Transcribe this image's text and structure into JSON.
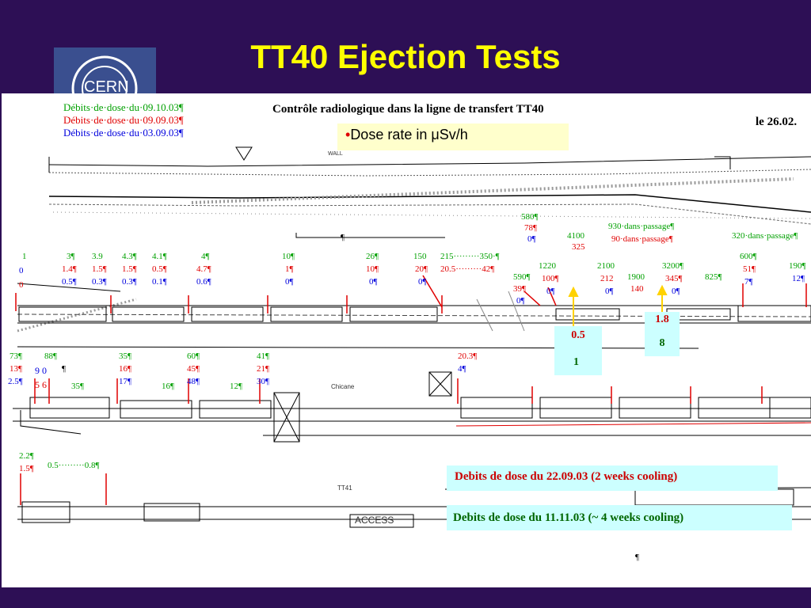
{
  "slide": {
    "title": "TT40 Ejection Tests"
  },
  "logo": {
    "text": "CERN"
  },
  "doc": {
    "legend": [
      "Débits·de·dose·du·09.10.03¶",
      "Débits·de·dose·du·09.09.03¶",
      "Débits·de·dose·du·03.09.03¶"
    ],
    "title": "Contrôle radiologique dans la ligne de transfert TT40",
    "date": "le 26.02.",
    "wall_label": "WALL",
    "chicane_label": "Chicane",
    "tt41_label": "TT41",
    "access_label": "ACCESS",
    "para": "¶"
  },
  "dose_note": {
    "bullet": "•",
    "text": "Dose rate in μSv/h"
  },
  "row1": {
    "r580": "580¶",
    "r78": "78¶",
    "r0": "0¶",
    "r4100": "4100",
    "r325": "325",
    "p930": "930·dans·passage¶",
    "p90": "90·dans·passage¶",
    "p320": "320·dans·passage¶",
    "c1": [
      "1",
      "0",
      "0"
    ],
    "c2": [
      "3¶",
      "1.4¶",
      "0.5¶"
    ],
    "c3": [
      "3.9",
      "1.5¶",
      "0.3¶"
    ],
    "c4": [
      "4.3¶",
      "1.5¶",
      "0.3¶"
    ],
    "c5": [
      "4.1¶",
      "0.5¶",
      "0.1¶"
    ],
    "c6": [
      "4¶",
      "4.7¶",
      "0.6¶"
    ],
    "c7": [
      "10¶",
      "1¶",
      "0¶"
    ],
    "c8": [
      "26¶",
      "10¶",
      "0¶"
    ],
    "c9": [
      "150",
      "20¶",
      "0¶"
    ],
    "c10": [
      "215·········350·¶",
      "20.5·········42¶"
    ],
    "c11": [
      "590¶",
      "39¶",
      "0¶"
    ],
    "c12": [
      "1220",
      "100¶",
      "0¶"
    ],
    "c13": [
      "2100",
      "212",
      "0¶"
    ],
    "c14": [
      "1900",
      "140"
    ],
    "c15": [
      "3200¶",
      "345¶",
      "0¶"
    ],
    "c16": [
      "825¶"
    ],
    "c17": [
      "600¶",
      "51¶",
      "7¶"
    ],
    "c18": [
      "190¶",
      "12¶"
    ]
  },
  "box_a": {
    "v1": "0.5",
    "v2": "1"
  },
  "box_b": {
    "v1": "1.8",
    "v2": "8"
  },
  "row2": {
    "a": [
      "73¶",
      "13¶",
      "2.5¶"
    ],
    "b": [
      "88¶",
      "9 0",
      "5 6"
    ],
    "para": "¶",
    "c35a": "35¶",
    "c": [
      "35¶",
      "16¶",
      "17¶"
    ],
    "c16": "16¶",
    "d": [
      "60¶",
      "45¶",
      "48¶"
    ],
    "c12": "12¶",
    "e": [
      "41¶",
      "21¶",
      "30¶"
    ],
    "f": [
      "20.3¶",
      "4¶"
    ]
  },
  "row3": {
    "a": [
      "2.2¶",
      "1.5¶"
    ],
    "b": "0.5·········0.8¶"
  },
  "captions": {
    "c22": "Debits de dose du 22.09.03 (2 weeks cooling)",
    "c11": "Debits de dose du 11.11.03 (~ 4 weeks cooling)"
  },
  "colors": {
    "background": "#2d0f55",
    "title": "#ffff00",
    "green": "#00a000",
    "red": "#e00000",
    "blue": "#0000dd"
  }
}
